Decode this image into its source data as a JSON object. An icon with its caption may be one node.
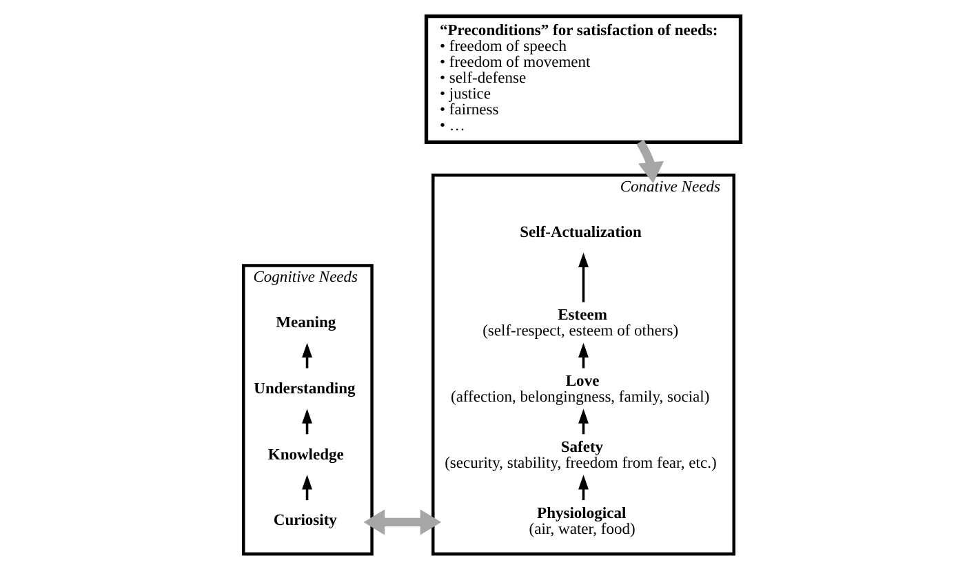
{
  "diagram": {
    "nodes": [
      {
        "text": [
          "Cognitive Needs"
        ]
      },
      {
        "text": [
          "Meaning"
        ],
        "in": 0
      },
      {
        "text": [
          "Understanding"
        ],
        "in": 0
      },
      {
        "text": [
          "Knowledge"
        ],
        "in": 0
      },
      {
        "text": [
          "Curiosity"
        ],
        "in": 0
      },
      {
        "text": [
          "Conative Needs"
        ]
      },
      {
        "text": [
          "Self-Actualization"
        ],
        "in": 5
      },
      {
        "text": [
          "Esteem",
          "(self-respect, esteem of others)"
        ],
        "in": 5
      },
      {
        "text": [
          "Love",
          "(affection, belongingness, family, social)"
        ],
        "in": 5
      },
      {
        "text": [
          "Safety",
          "(security, stability, freedom from fear, etc.)"
        ],
        "in": 5
      },
      {
        "text": [
          "Physiological",
          "(air, water, food)"
        ],
        "in": 5
      },
      {
        "text": [
          "“Preconditions” for satisfaction of needs:",
          "• freedom of speech",
          "• freedom of movement",
          "• self-defense",
          "• justice",
          "• fairness",
          "• …"
        ]
      }
    ],
    "edges": [
      {
        "from": 4,
        "to": 3,
        "arrow": "to"
      },
      {
        "from": 3,
        "to": 2,
        "arrow": "to"
      },
      {
        "from": 2,
        "to": 1,
        "arrow": "to"
      },
      {
        "from": 10,
        "to": 9,
        "arrow": "to"
      },
      {
        "from": 9,
        "to": 8,
        "arrow": "to"
      },
      {
        "from": 8,
        "to": 7,
        "arrow": "to"
      },
      {
        "from": 7,
        "to": 6,
        "arrow": "to"
      },
      {
        "from": 0,
        "to": 5,
        "arrow": "both",
        "style": "thick",
        "color": "#a6a6a6"
      },
      {
        "from": 11,
        "to": 5,
        "arrow": "to",
        "style": "thick",
        "color": "#a6a6a6"
      }
    ]
  }
}
